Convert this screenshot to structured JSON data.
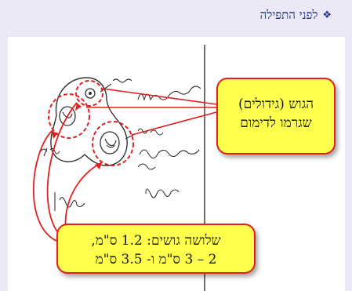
{
  "slide": {
    "heading": "לפני התפילה",
    "bullet_icon": "diamond-bullet-icon"
  },
  "callouts": {
    "top": {
      "line1": "הגוש (גידולים)",
      "line2": "שגרמו לדימום"
    },
    "bottom": {
      "line1": "שלושה גושים: 1.2 ס\"מ,",
      "line2": "2 – 3 ס\"מ ו- 3.5 ס\"מ"
    }
  },
  "colors": {
    "slide_bg": "#ece9f7",
    "heading": "#1a2a6c",
    "callout_fill": "#ffff4d",
    "callout_border": "#e02020",
    "annotation_red": "#e02020"
  }
}
